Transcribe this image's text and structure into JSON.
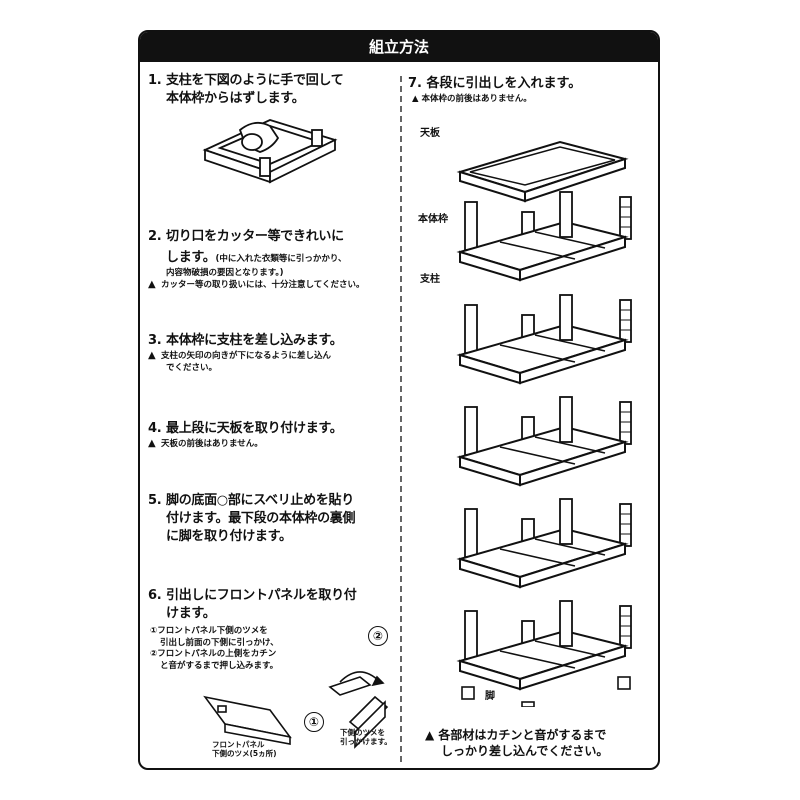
{
  "header": {
    "title": "組立方法"
  },
  "steps": [
    {
      "num": "1.",
      "lines": [
        "支柱を下図のように手で回して",
        "本体枠からはずします。"
      ]
    },
    {
      "num": "2.",
      "lines": [
        "切り口をカッター等できれいに",
        "します。"
      ],
      "inline_note": "(中に入れた衣類等に引っかかり、",
      "note": "内容物破損の要因となります。)",
      "warning": "カッター等の取り扱いには、十分注意してください。"
    },
    {
      "num": "3.",
      "lines": [
        "本体枠に支柱を差し込みます。"
      ],
      "warning_lines": [
        "支柱の矢印の向きが下になるように差し込ん",
        "でください。"
      ]
    },
    {
      "num": "4.",
      "lines": [
        "最上段に天板を取り付けます。"
      ],
      "warning": "天板の前後はありません。"
    },
    {
      "num": "5.",
      "lines": [
        "脚の底面○部にスベリ止めを貼り",
        "付けます。最下段の本体枠の裏側",
        "に脚を取り付けます。"
      ]
    },
    {
      "num": "6.",
      "lines": [
        "引出しにフロントパネルを取り付",
        "けます。"
      ],
      "substeps": [
        "①フロントパネル下側のツメを",
        "引出し前面の下側に引っかけ、",
        "②フロントパネルの上側をカチン",
        "と音がするまで押し込みます。"
      ]
    }
  ],
  "step6_labels": {
    "panel_claw": [
      "フロントパネル",
      "下側のツメ(5ヵ所)"
    ],
    "hook": [
      "下側のツメを",
      "引っかけます。"
    ],
    "circle1": "①",
    "circle2": "②"
  },
  "step7": {
    "title": "7. 各段に引出しを入れます。",
    "warning": "本体枠の前後はありません。",
    "labels": {
      "top_board": "天板",
      "frame": "本体枠",
      "pillar": "支柱",
      "leg": "脚"
    }
  },
  "bottom_warning": [
    "各部材はカチンと音がするまで",
    "しっかり差し込んでください。"
  ],
  "warning_symbol": "▲"
}
